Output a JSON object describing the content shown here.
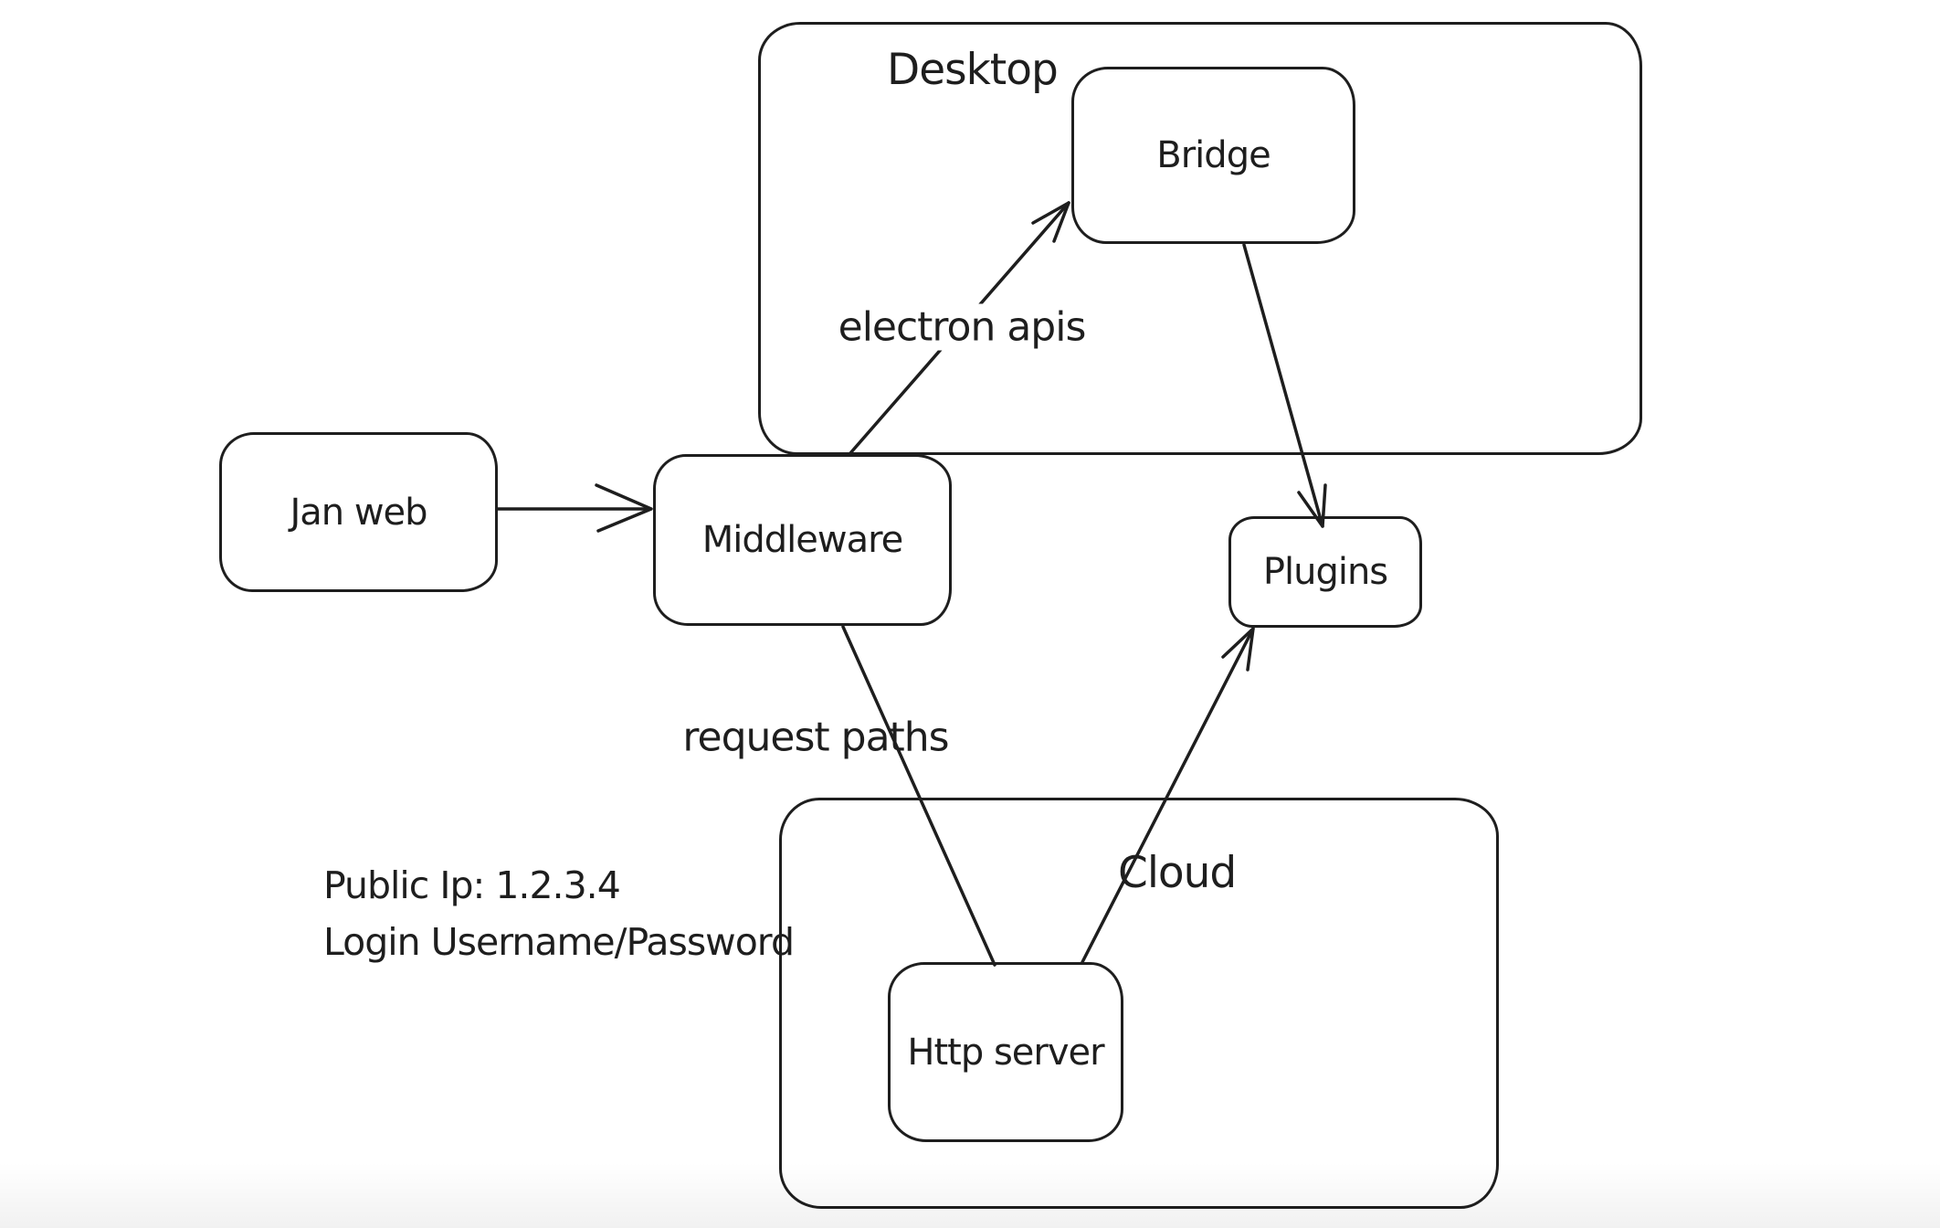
{
  "canvas": {
    "background": "#ffffff",
    "stroke_color": "#1e1e1e",
    "text_color": "#1e1e1e",
    "style": "hand-drawn whiteboard (excalidraw-like)"
  },
  "diagram": {
    "containers": [
      {
        "id": "desktop",
        "label": "Desktop"
      },
      {
        "id": "cloud",
        "label": "Cloud"
      }
    ],
    "nodes": [
      {
        "id": "jan-web",
        "label": "Jan web"
      },
      {
        "id": "middleware",
        "label": "Middleware"
      },
      {
        "id": "bridge",
        "label": "Bridge"
      },
      {
        "id": "plugins",
        "label": "Plugins"
      },
      {
        "id": "http-server",
        "label": "Http server"
      }
    ],
    "edges": [
      {
        "from": "Jan web",
        "to": "Middleware",
        "label": "",
        "arrowhead": "open"
      },
      {
        "from": "Middleware",
        "to": "Bridge",
        "label": "electron apis",
        "arrowhead": "open"
      },
      {
        "from": "Bridge",
        "to": "Plugins",
        "label": "",
        "arrowhead": "open"
      },
      {
        "from": "Middleware",
        "to": "Http server",
        "label": "request paths",
        "arrowhead": "none"
      },
      {
        "from": "Http server",
        "to": "Plugins",
        "label": "",
        "arrowhead": "open"
      }
    ],
    "annotations": {
      "public_ip": "Public Ip: 1.2.3.4",
      "login": "Login Username/Password"
    }
  }
}
